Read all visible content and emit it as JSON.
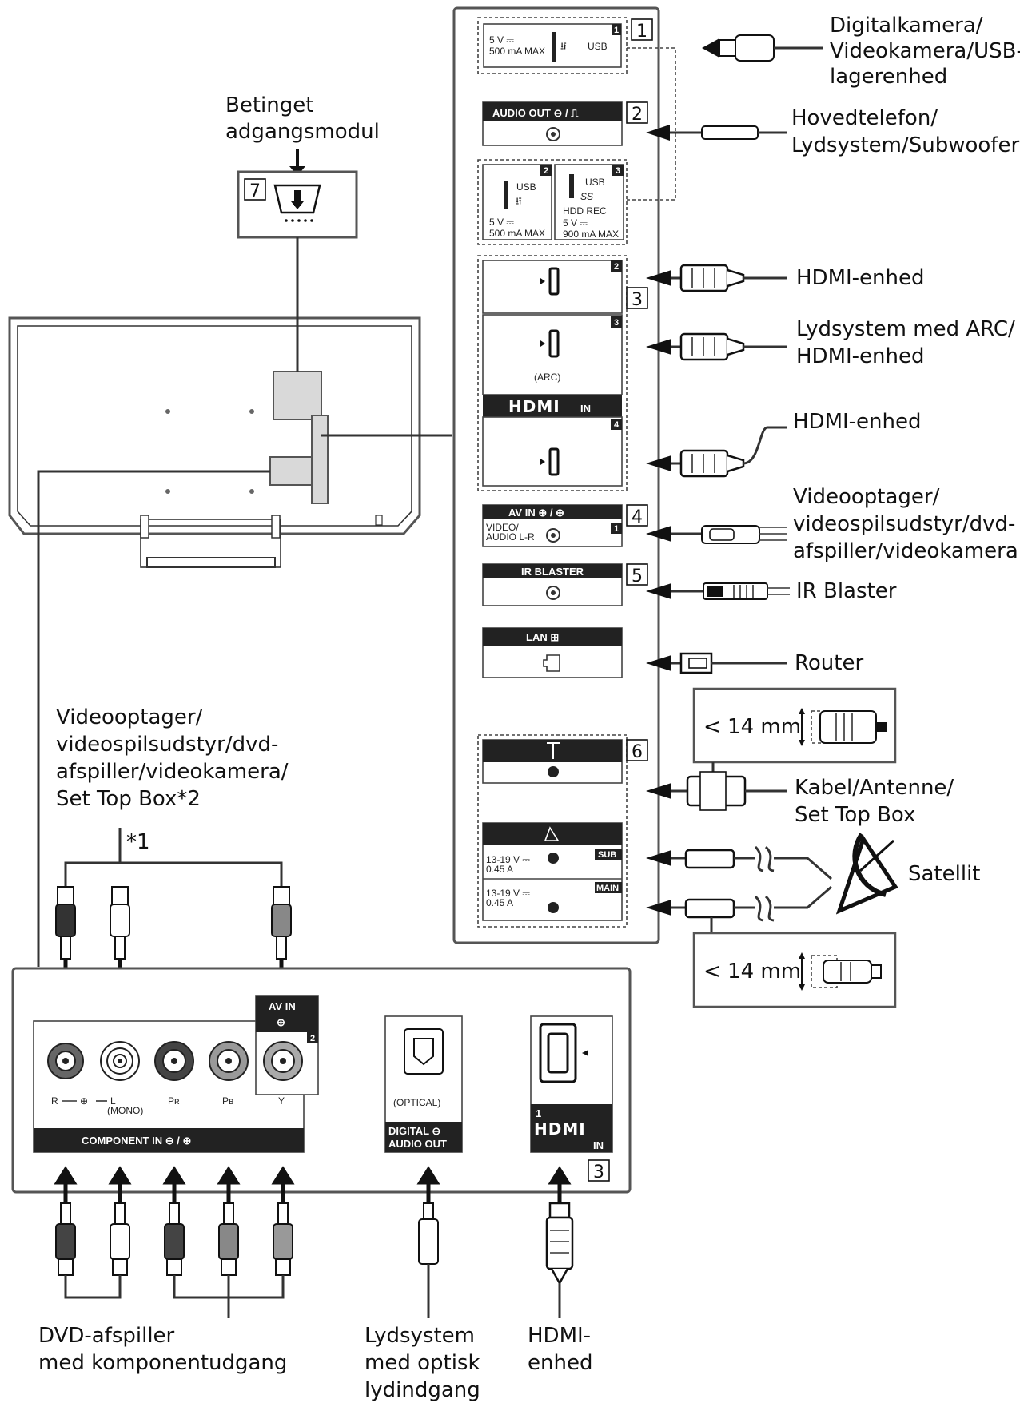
{
  "labels": {
    "digitalkamera": [
      "Digitalkamera/",
      "Videokamera/USB-",
      "lagerenhed"
    ],
    "hovedtelefon": [
      "Hovedtelefon/",
      "Lydsystem/Subwoofer"
    ],
    "hdmi_enhed_2": "HDMI-enhed",
    "lydsystem_arc": [
      "Lydsystem med ARC/",
      "HDMI-enhed"
    ],
    "hdmi_enhed_4": "HDMI-enhed",
    "videooptager_right": [
      "Videooptager/",
      "videospilsudstyr/dvd-",
      "afspiller/videokamera"
    ],
    "ir_blaster": "IR Blaster",
    "router": "Router",
    "kabel_antenne": [
      "Kabel/Antenne/",
      "Set Top Box"
    ],
    "satellit": "Satellit",
    "betinget": [
      "Betinget",
      "adgangsmodul"
    ],
    "videooptager_left": [
      "Videooptager/",
      "videospilsudstyr/dvd-",
      "afspiller/videokamera/",
      "Set Top Box*2"
    ],
    "note_1": "*1",
    "dvd_afspiller": [
      "DVD-afspiller",
      "med komponentudgang"
    ],
    "lydsystem_optisk": [
      "Lydsystem",
      "med optisk",
      "lydindgang"
    ],
    "hdmi_enhed_bottom": [
      "HDMI-",
      "enhed"
    ],
    "mm_top": "< 14 mm",
    "mm_bottom": "< 14 mm"
  },
  "callouts": {
    "n1": "1",
    "n2": "2",
    "n3": "3",
    "n4": "4",
    "n5": "5",
    "n6": "6",
    "n7": "7",
    "n3b": "3"
  },
  "ports": {
    "usb1": {
      "line1": "5 V ⎓",
      "line2": "500 mA MAX",
      "usb": "USB",
      "idx": "1"
    },
    "audio_out": {
      "title": "AUDIO OUT  ⊖ / ⎍"
    },
    "usb2": {
      "usb": "USB",
      "line1": "5 V ⎓",
      "line2": "500 mA MAX",
      "idx": "2"
    },
    "usb3": {
      "usb": "USB",
      "ss": "SS",
      "hdd": "HDD REC",
      "line1": "5 V ⎓",
      "line2": "900 mA MAX",
      "idx": "3"
    },
    "hdmi2_idx": "2",
    "hdmi3_idx": "3",
    "hdmi3_arc": "(ARC)",
    "hdmi_in": {
      "logo": "HDMI",
      "suffix": "IN"
    },
    "hdmi4_idx": "4",
    "av_in": {
      "title": "AV IN  ⊕ / ⊕",
      "sub1": "VIDEO/",
      "sub2": "AUDIO L-R",
      "idx": "1"
    },
    "ir_blaster": {
      "title": "IR BLASTER"
    },
    "lan": {
      "title": "LAN  ⊞"
    },
    "sat_sub": {
      "v": "13-19 V ⎓",
      "a": "0.45 A",
      "tag": "SUB"
    },
    "sat_main": {
      "v": "13-19 V ⎓",
      "a": "0.45 A",
      "tag": "MAIN"
    },
    "bottom": {
      "av_in_title": "AV IN",
      "av_in_idx": "2",
      "r": "R",
      "l": "L",
      "mono": "(MONO)",
      "pr": "Pʀ",
      "pb": "Pʙ",
      "y": "Y",
      "component_in": "COMPONENT IN  ⊖ / ⊕",
      "optical": "(OPTICAL)",
      "digital_audio_1": "DIGITAL ⊖",
      "digital_audio_2": "AUDIO OUT",
      "hdmi1_idx": "1",
      "hdmi_logo": "HDMI",
      "hdmi_in": "IN"
    }
  }
}
